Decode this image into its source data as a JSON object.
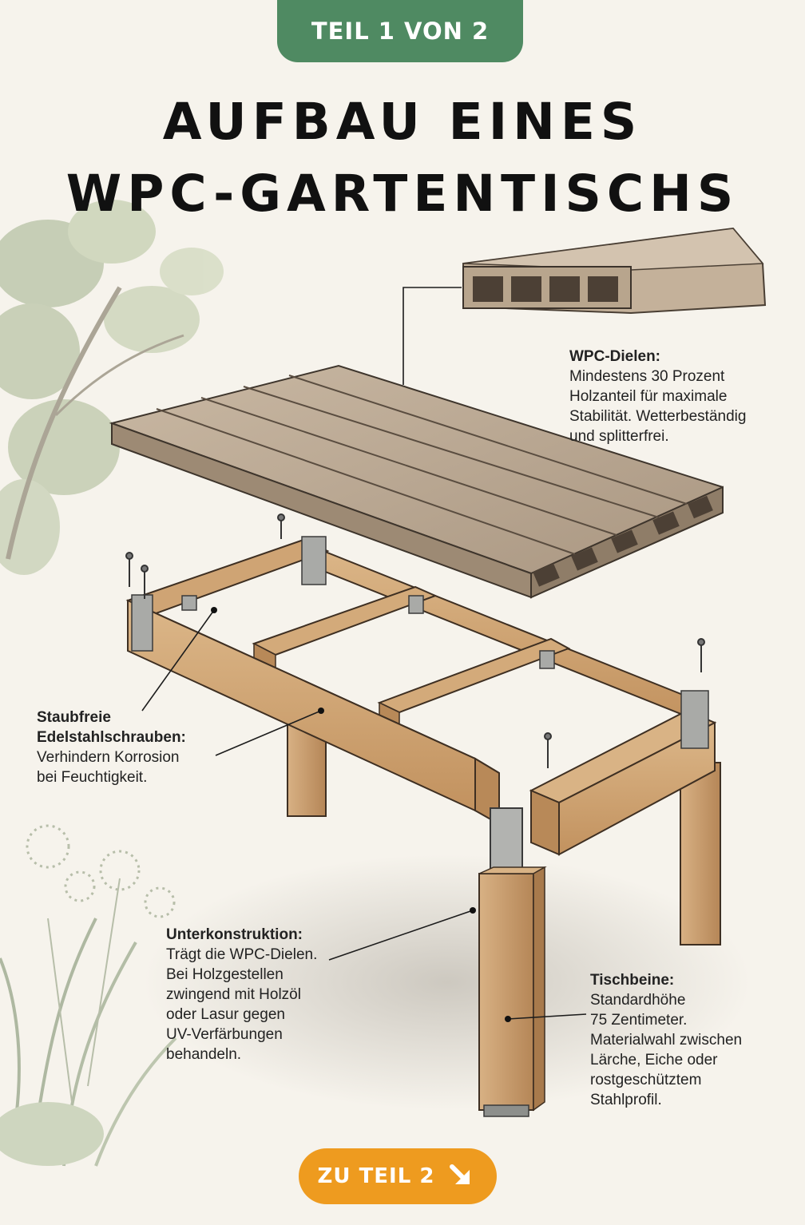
{
  "header": {
    "badge": "TEIL 1 VON 2"
  },
  "title": {
    "line1": "AUFBAU EINES",
    "line2": "WPC-GARTENTISCHS"
  },
  "callouts": {
    "dielen": {
      "head": "WPC-Dielen:",
      "body": "Mindestens 30 Prozent\nHolzanteil für maximale\nStabilität. Wetterbeständig\nund splitterfrei."
    },
    "schrauben": {
      "head": "Staubfreie\nEdelstahlschrauben:",
      "body": "Verhindern Korrosion\nbei Feuchtigkeit."
    },
    "unterkonstruktion": {
      "head": "Unterkonstruktion:",
      "body": "Trägt die WPC-Dielen.\nBei Holzgestellen\nzwingend mit Holzöl\noder Lasur gegen\nUV-Verfärbungen\nbehandeln."
    },
    "tischbeine": {
      "head": "Tischbeine:",
      "body": "Standardhöhe\n75 Zentimeter.\nMaterialwahl zwischen\nLärche, Eiche oder\nrostgeschütztem\nStahlprofil."
    }
  },
  "next_button": {
    "label": "ZU TEIL 2",
    "icon": "arrow-down-right-icon"
  },
  "colors": {
    "green": "#4f8a62",
    "orange": "#ee9b1f",
    "wood": "#c89a66",
    "board": "#b3a08a"
  }
}
